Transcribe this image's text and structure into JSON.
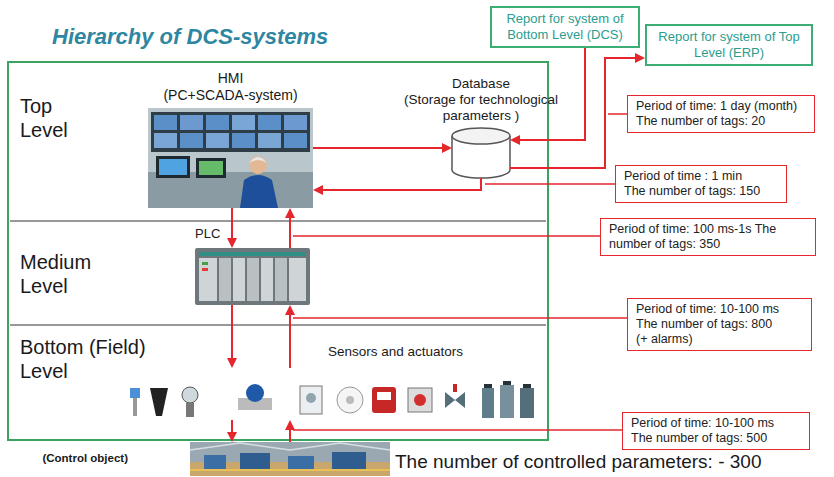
{
  "diagram": {
    "title": "Hierarchy of DCS-systems",
    "nodes": [
      {
        "text": [
          "Report for system of Bottom Level (DCS)"
        ]
      },
      {
        "text": [
          "Report for system of Top Level (ERP)"
        ]
      },
      {
        "text": [
          "Top Level"
        ]
      },
      {
        "text": [
          "HMI",
          "(PC+SCADA-system)"
        ],
        "in": 2
      },
      {
        "text": [
          "Database",
          "(Storage for technological parameters )"
        ],
        "in": 2
      },
      {
        "text": [
          "Medium Level"
        ]
      },
      {
        "text": [
          "PLC"
        ],
        "in": 5
      },
      {
        "text": [
          "Bottom (Field) Level"
        ]
      },
      {
        "text": [
          "Sensors and actuators"
        ],
        "in": 7
      },
      {
        "text": [
          "(Control object)"
        ]
      },
      {
        "text": [
          "Period of time: 1 day (month)",
          "The number of tags: 20"
        ]
      },
      {
        "text": [
          "Period of time : 1 min",
          "The number of tags: 150"
        ]
      },
      {
        "text": [
          "Period of time: 100 ms-1s The number of tags: 350"
        ]
      },
      {
        "text": [
          "Period of time: 10-100 ms",
          "The number of tags: 800",
          "(+ alarms)"
        ]
      },
      {
        "text": [
          "Period of time: 10-100 ms",
          "The number of tags: 500"
        ]
      }
    ],
    "edges": [
      {
        "from": 0,
        "to": 4,
        "arrow": "to"
      },
      {
        "from": 4,
        "to": 1,
        "arrow": "to"
      },
      {
        "from": 3,
        "to": 4,
        "arrow": "to"
      },
      {
        "from": 4,
        "to": 3,
        "arrow": "to"
      },
      {
        "from": 3,
        "to": 6,
        "arrow": "to"
      },
      {
        "from": 6,
        "to": 3,
        "arrow": "to"
      },
      {
        "from": 6,
        "to": 8,
        "arrow": "to"
      },
      {
        "from": 8,
        "to": 6,
        "arrow": "to"
      },
      {
        "from": 8,
        "to": 9,
        "arrow": "to"
      },
      {
        "from": 9,
        "to": 8,
        "arrow": "to"
      }
    ],
    "labels": [
      "The number of controlled parameters: - 300"
    ]
  }
}
